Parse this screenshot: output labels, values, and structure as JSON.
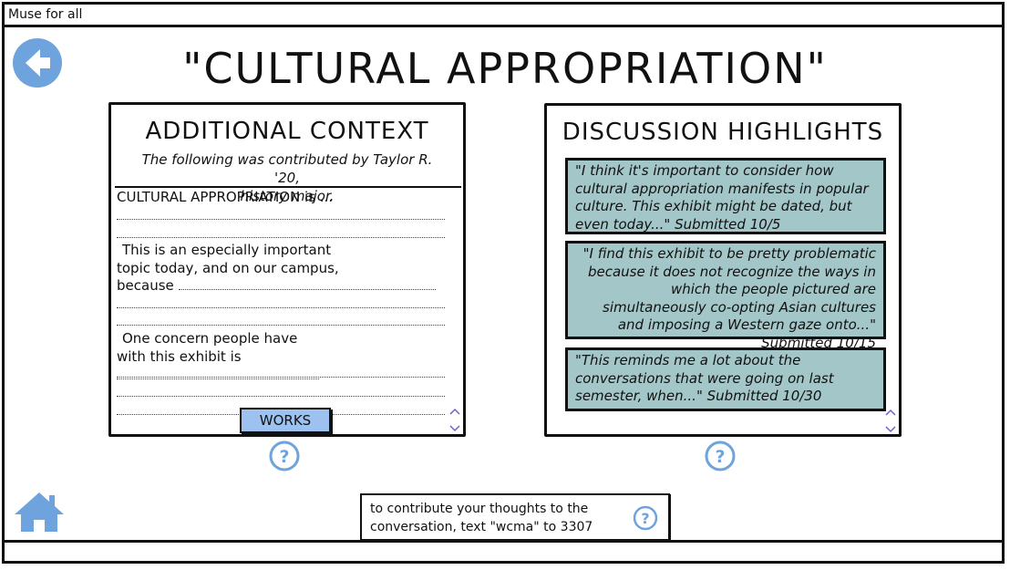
{
  "window": {
    "title": "Muse for all"
  },
  "page": {
    "title": "\"CULTURAL APPROPRIATION\""
  },
  "context_panel": {
    "heading": "ADDITIONAL CONTEXT",
    "contributor_line1": "The following was contributed by Taylor R. '20,",
    "contributor_line2": "history major.",
    "line1": "CULTURAL APPROPRIATION is ...",
    "para2_line1": "This is an especially important",
    "para2_line2": "topic today, and on our campus,",
    "para2_line3": "because",
    "para3_line1": "One concern people have",
    "para3_line2": "with this exhibit is",
    "works_button": "WORKS"
  },
  "discussion_panel": {
    "heading": "DISCUSSION HIGHLIGHTS",
    "highlights": [
      {
        "text": "\"I think it's important to consider how cultural appropriation manifests in popular culture. This exhibit might be dated, but even today...\"",
        "submitted": "Submitted 10/5"
      },
      {
        "text": "\"I find this exhibit to be pretty problematic because it does not recognize the ways in which the people pictured are simultaneously co-opting Asian cultures and imposing a Western gaze onto...\"",
        "submitted": "Submitted 10/15"
      },
      {
        "text": "\"This reminds me a lot about the conversations that were going on last semester, when...\"",
        "submitted": "Submitted 10/30"
      }
    ]
  },
  "sms": {
    "line1": "to contribute your thoughts to the",
    "line2": "conversation, text \"wcma\" to 3307"
  },
  "colors": {
    "accent_blue": "#6fa3dd",
    "quote_bg": "#a3c6c8",
    "button_bg": "#9dc2f0"
  },
  "icons": {
    "back": "back-arrow-icon",
    "home": "home-icon",
    "help": "help-icon"
  }
}
